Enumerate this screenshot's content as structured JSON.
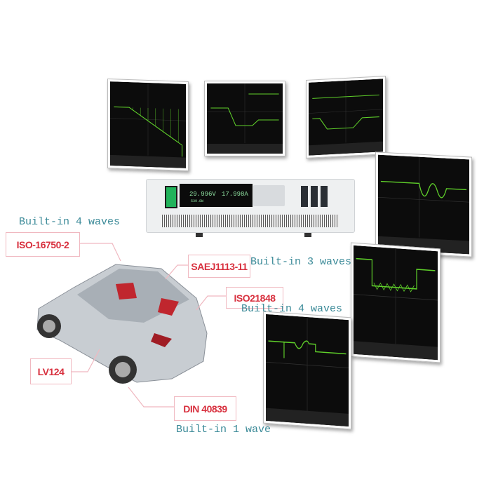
{
  "captions": [
    "Built-in 4 waves",
    "Built-in 3 waves",
    "Built-in 4 waves",
    "Built-in 1 wave"
  ],
  "standards": [
    "ISO-16750-2",
    "SAEJ1113-11",
    "ISO21848",
    "LV124",
    "DIN 40839"
  ],
  "device": {
    "voltage": "29.996V",
    "current": "17.998A",
    "power": "539.8W"
  },
  "colors": {
    "caption": "#3b8a98",
    "label_text": "#d8313f",
    "label_border": "#f0b8c0",
    "wave": "#5fd02a"
  }
}
